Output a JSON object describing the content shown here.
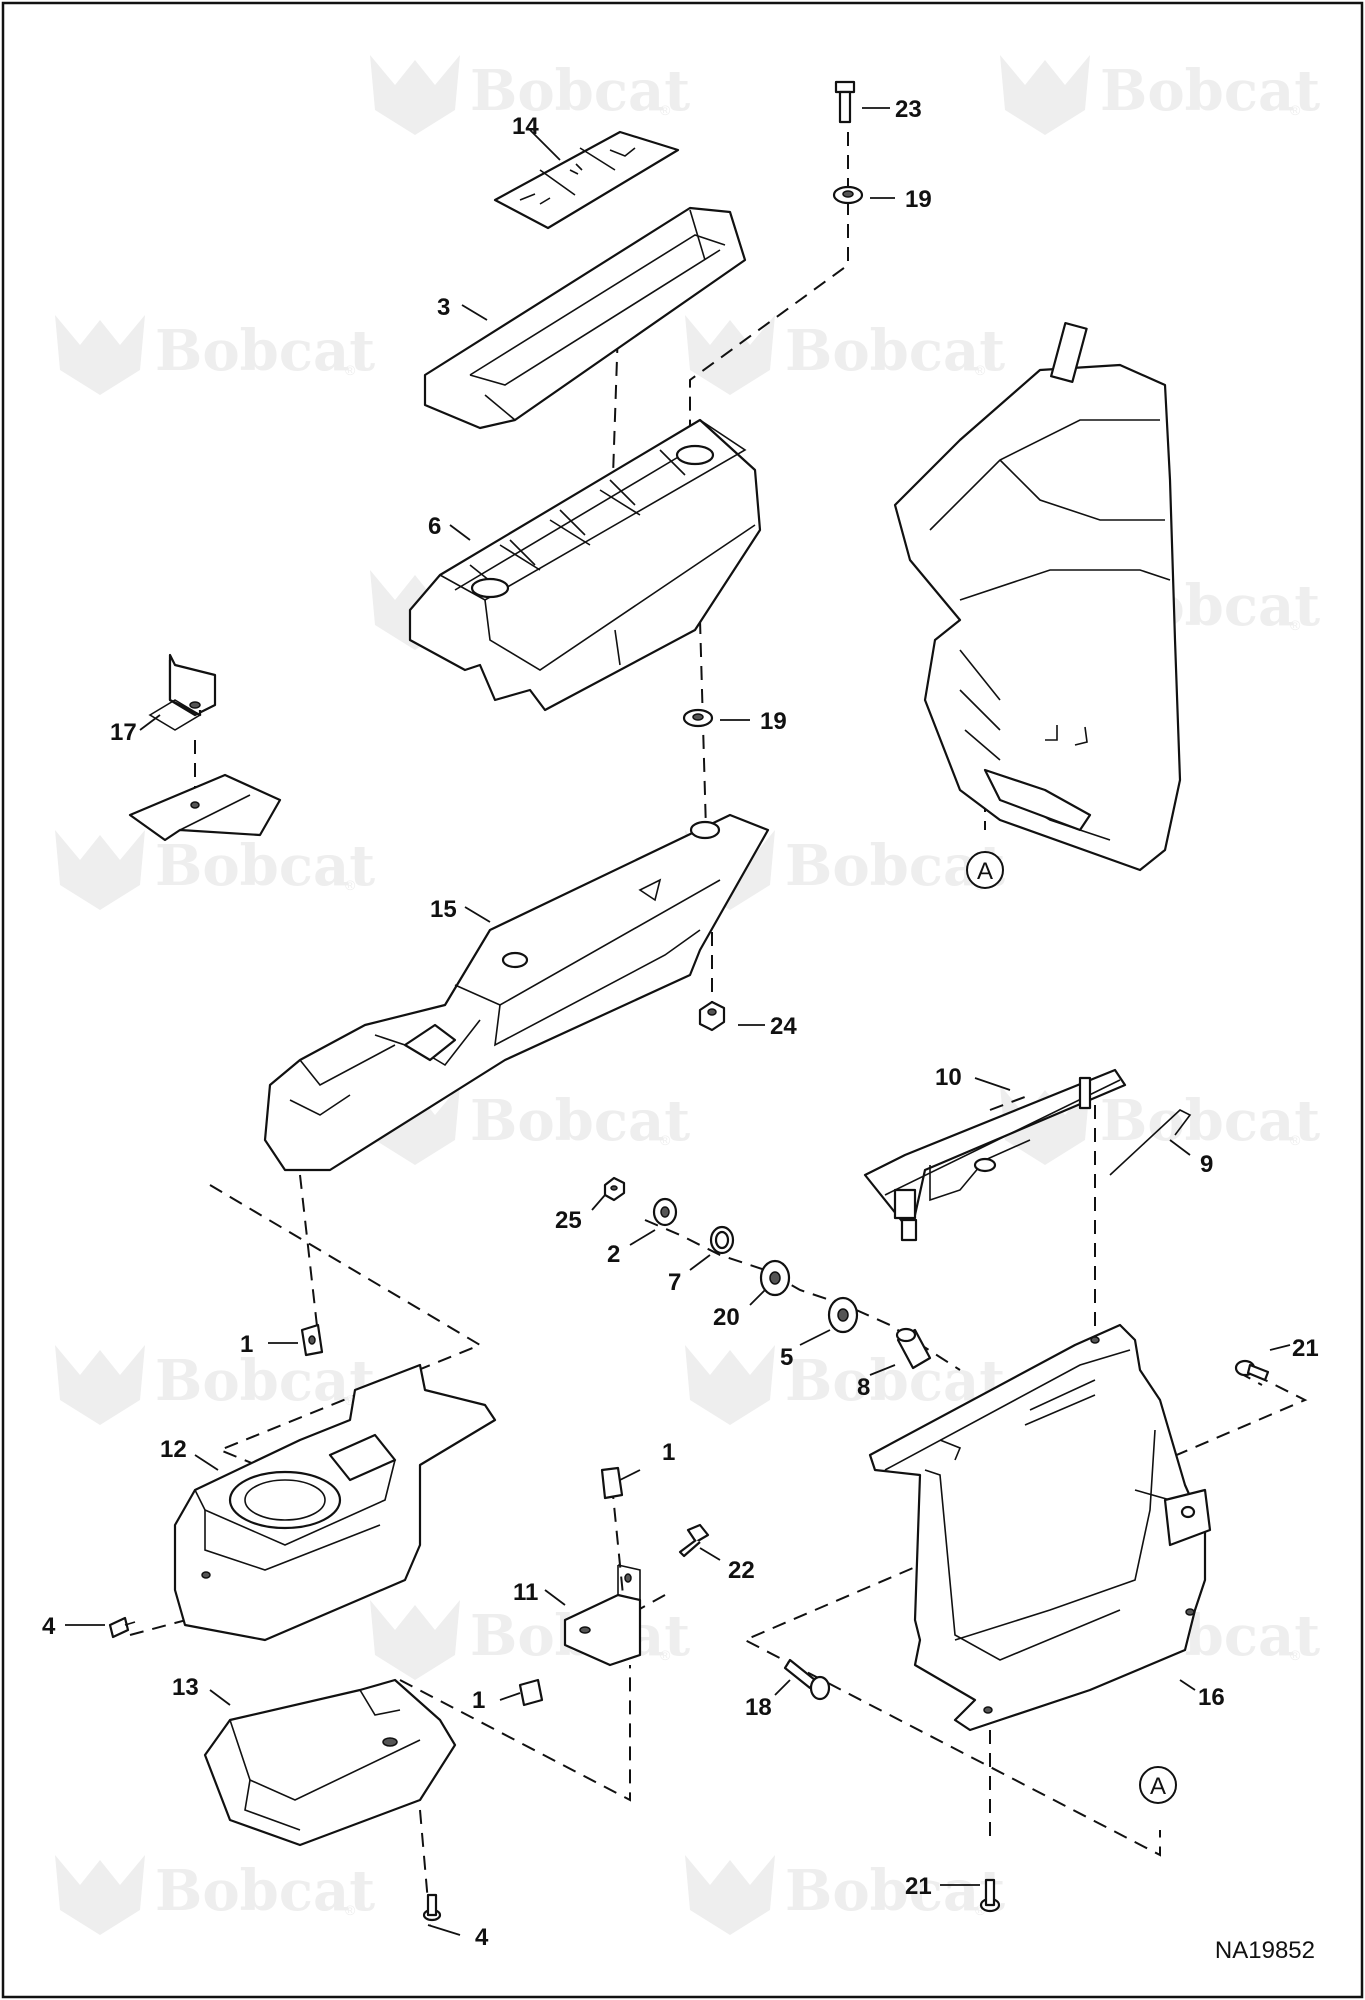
{
  "watermark": {
    "text": "Bobcat",
    "reg": "®"
  },
  "drawing_number": "NA19852",
  "callouts": {
    "c1a": "1",
    "c1b": "1",
    "c1c": "1",
    "c2": "2",
    "c3": "3",
    "c4a": "4",
    "c4b": "4",
    "c5": "5",
    "c6": "6",
    "c7": "7",
    "c8": "8",
    "c9": "9",
    "c10": "10",
    "c11": "11",
    "c12": "12",
    "c13": "13",
    "c14": "14",
    "c15": "15",
    "c16": "16",
    "c17": "17",
    "c18": "18",
    "c19a": "19",
    "c19b": "19",
    "c20": "20",
    "c21a": "21",
    "c21b": "21",
    "c22": "22",
    "c23": "23",
    "c24": "24",
    "c25": "25",
    "refA1": "A",
    "refA2": "A"
  }
}
